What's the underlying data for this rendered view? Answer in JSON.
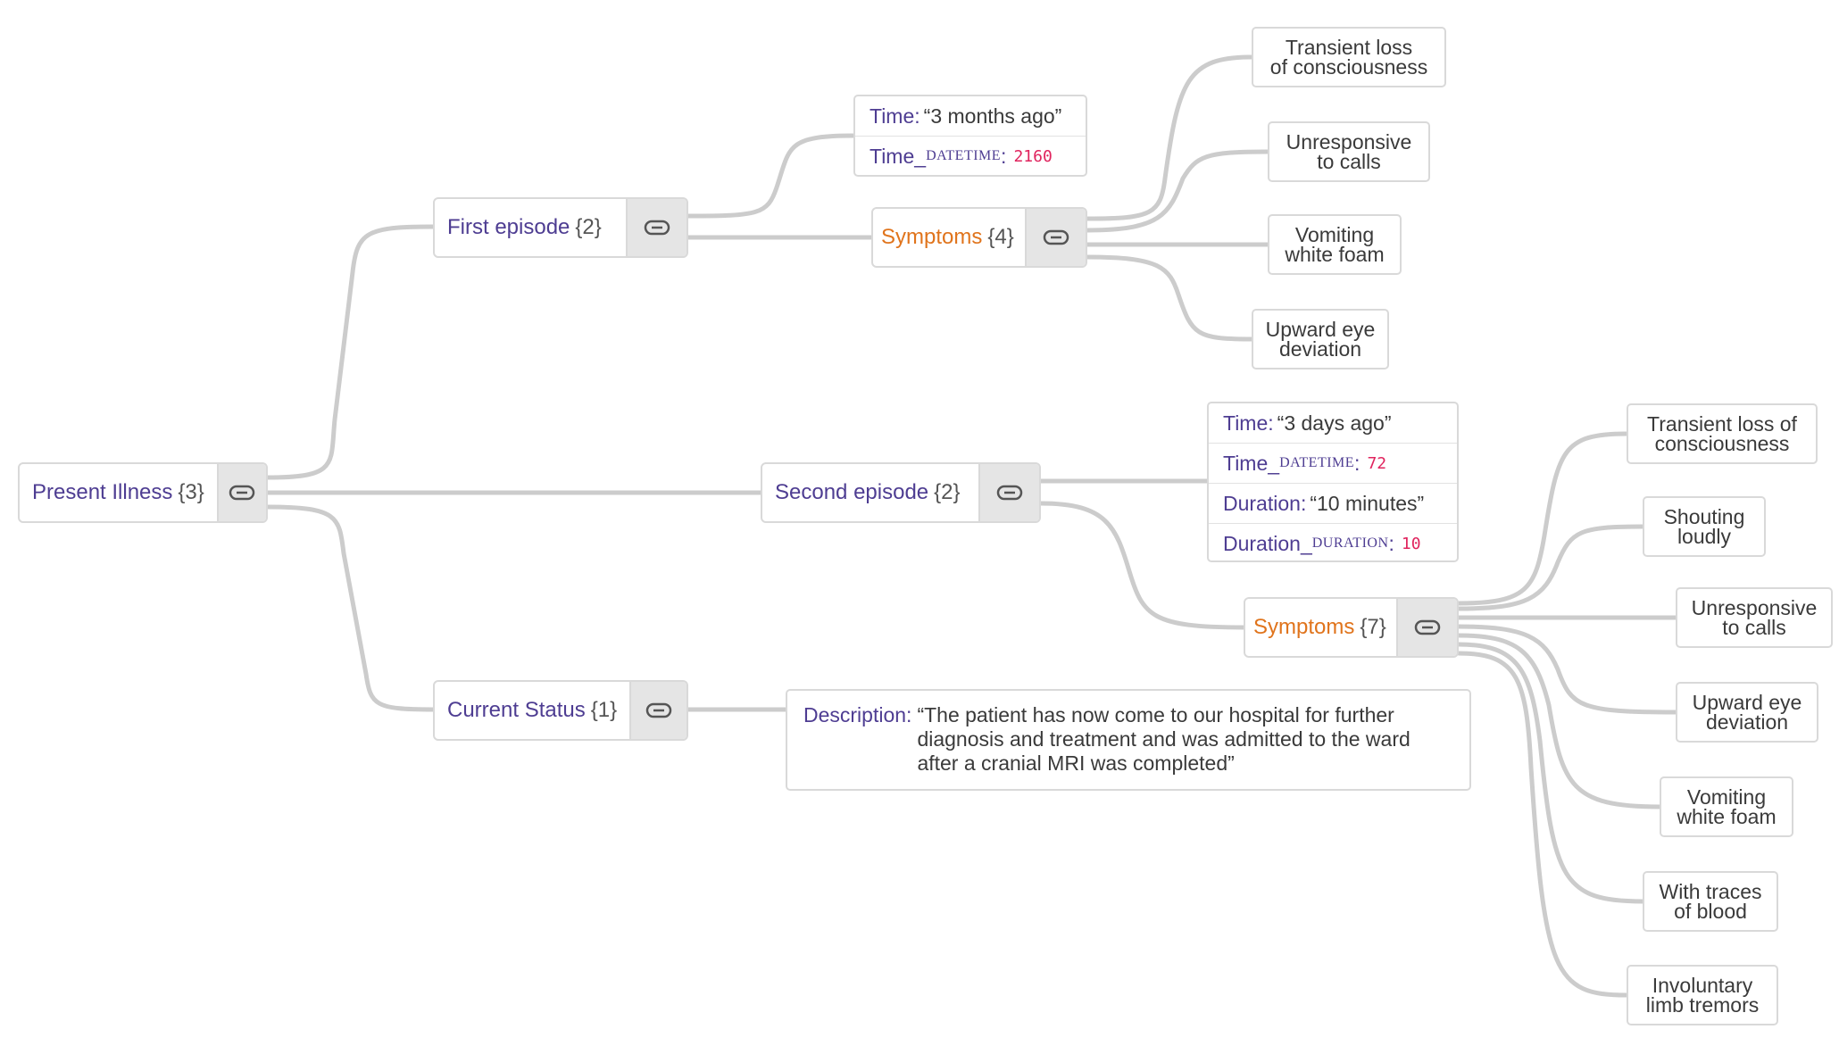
{
  "root": {
    "name": "Present Illness",
    "count": "{3}"
  },
  "first_episode": {
    "name": "First episode",
    "count": "{2}",
    "attrs": [
      {
        "key": "Time",
        "value": "“3 months ago”"
      },
      {
        "key": "Time",
        "subscript": "DATETIME",
        "value": "2160"
      }
    ],
    "symptoms": {
      "name": "Symptoms",
      "count": "{4}",
      "items": [
        [
          "Transient loss",
          "of consciousness"
        ],
        [
          "Unresponsive",
          "to calls"
        ],
        [
          "Vomiting",
          "white foam"
        ],
        [
          "Upward eye",
          "deviation"
        ]
      ]
    }
  },
  "second_episode": {
    "name": "Second episode",
    "count": "{2}",
    "attrs": [
      {
        "key": "Time",
        "value": "“3 days ago”"
      },
      {
        "key": "Time",
        "subscript": "DATETIME",
        "value": "72"
      },
      {
        "key": "Duration",
        "value": "“10 minutes”"
      },
      {
        "key": "Duration",
        "subscript": "DURATION",
        "value": "10"
      }
    ],
    "symptoms": {
      "name": "Symptoms",
      "count": "{7}",
      "items": [
        [
          "Transient loss of",
          "consciousness"
        ],
        [
          "Shouting",
          "loudly"
        ],
        [
          "Unresponsive",
          "to calls"
        ],
        [
          "Upward eye",
          "deviation"
        ],
        [
          "Vomiting",
          "white foam"
        ],
        [
          "With traces",
          "of blood"
        ],
        [
          "Involuntary",
          "limb tremors"
        ]
      ]
    }
  },
  "current_status": {
    "name": "Current Status",
    "count": "{1}",
    "description": {
      "key": "Description",
      "value": "“The patient has now come to our hospital for further diagnosis and treatment and was admitted to the ward after a cranial MRI was completed”"
    }
  },
  "colors": {
    "key": "#4e3d92",
    "symptoms": "#e0741c",
    "number": "#e0245e",
    "connector": "#cccccc"
  },
  "icons": {
    "node_link": "link-icon"
  }
}
